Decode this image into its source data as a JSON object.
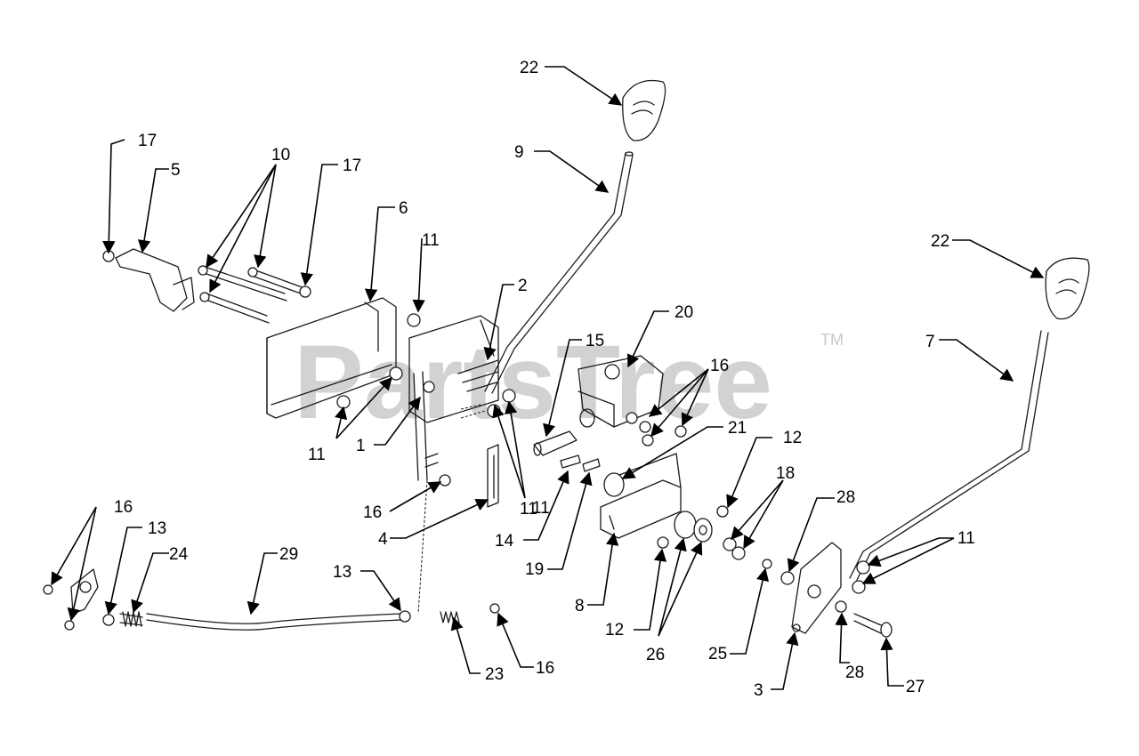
{
  "watermark": {
    "brand": "PartsTree",
    "mark": "TM"
  },
  "callouts": [
    "22",
    "9",
    "17",
    "5",
    "10",
    "17",
    "6",
    "11",
    "2",
    "20",
    "15",
    "16",
    "22",
    "7",
    "11",
    "1",
    "11",
    "21",
    "12",
    "18",
    "28",
    "11",
    "16",
    "4",
    "11",
    "14",
    "19",
    "8",
    "12",
    "26",
    "25",
    "3",
    "28",
    "27",
    "16",
    "13",
    "24",
    "29",
    "13",
    "23",
    "16"
  ]
}
